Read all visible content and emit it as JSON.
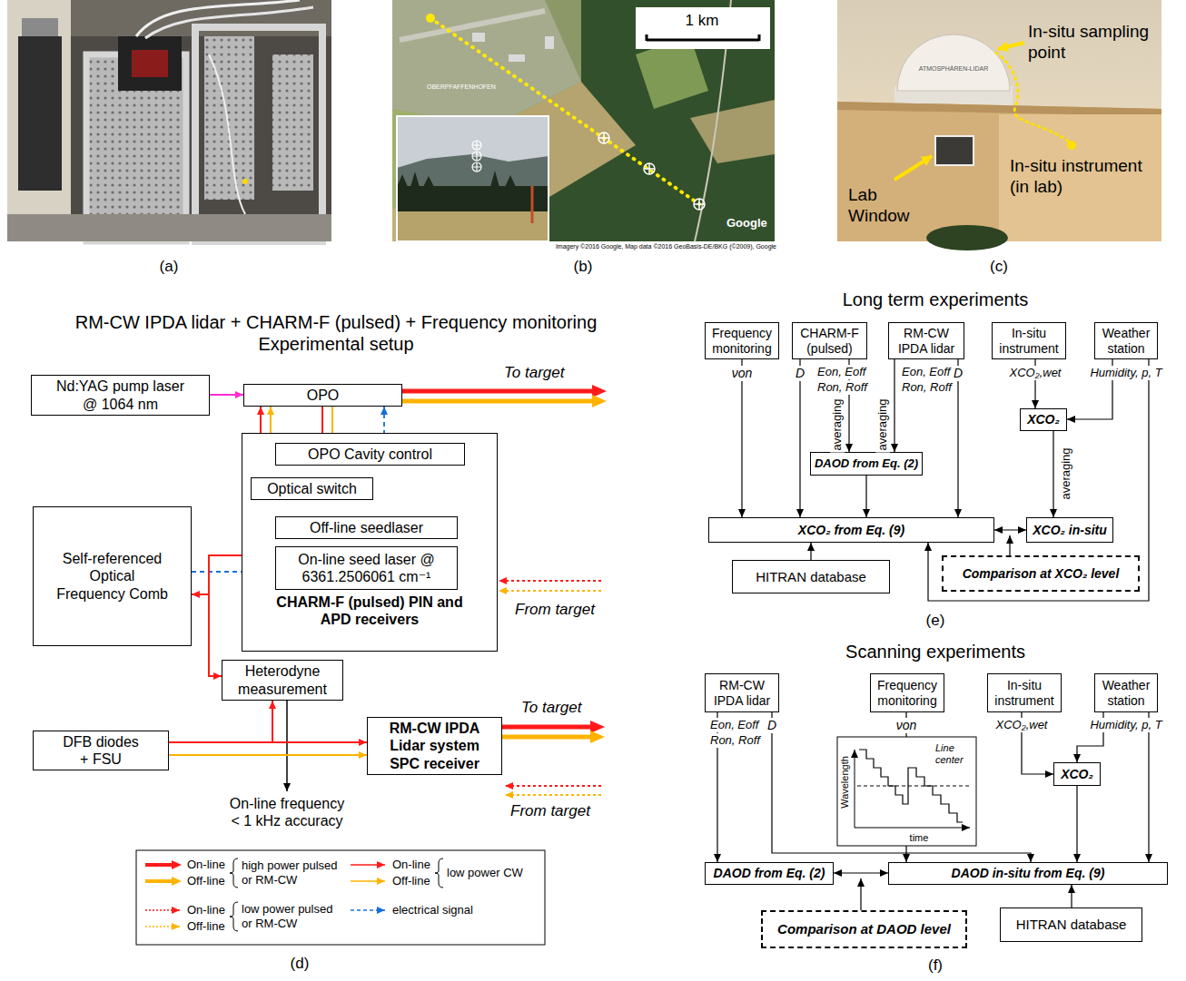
{
  "diagram": {
    "nodes": [
      {
        "text": [
          "Nd:YAG pump laser @ 1064 nm"
        ]
      },
      {
        "text": [
          "OPO"
        ]
      },
      {
        "text": [
          "CHARM-F (pulsed) PIN and APD receivers"
        ]
      },
      {
        "text": [
          "OPO Cavity control"
        ],
        "in": 2
      },
      {
        "text": [
          "Optical switch"
        ],
        "in": 2
      },
      {
        "text": [
          "Off-line seedlaser"
        ],
        "in": 2
      },
      {
        "text": [
          "On-line seed laser @ 6361.2506061 cm⁻¹"
        ],
        "in": 2
      },
      {
        "text": [
          "Self-referenced Optical Frequency Comb"
        ]
      },
      {
        "text": [
          "Heterodyne measurement"
        ]
      },
      {
        "text": [
          "DFB diodes + FSU"
        ]
      },
      {
        "text": [
          "RM-CW IPDA Lidar system SPC receiver"
        ]
      },
      {
        "text": [
          "Frequency monitoring"
        ]
      },
      {
        "text": [
          "CHARM-F (pulsed)"
        ]
      },
      {
        "text": [
          "RM-CW IPDA lidar"
        ]
      },
      {
        "text": [
          "In-situ instrument"
        ]
      },
      {
        "text": [
          "Weather station"
        ]
      },
      {
        "text": [
          "XCO₂"
        ]
      },
      {
        "text": [
          "DAOD from Eq. (2)"
        ]
      },
      {
        "text": [
          "XCO₂ from Eq. (9)"
        ]
      },
      {
        "text": [
          "XCO₂ in-situ"
        ]
      },
      {
        "text": [
          "HITRAN database"
        ]
      },
      {
        "text": [
          "Comparison at XCO₂ level"
        ]
      },
      {
        "text": [
          "RM-CW IPDA lidar"
        ]
      },
      {
        "text": [
          "Frequency monitoring"
        ]
      },
      {
        "text": [
          "In-situ instrument"
        ]
      },
      {
        "text": [
          "Weather station"
        ]
      },
      {
        "text": [
          "XCO₂"
        ]
      },
      {
        "text": [
          "DAOD from Eq. (2)"
        ]
      },
      {
        "text": [
          "DAOD in-situ from Eq. (9)"
        ]
      },
      {
        "text": [
          "Comparison at DAOD level"
        ]
      },
      {
        "text": [
          "HITRAN database"
        ]
      }
    ],
    "edges": [
      {
        "from": 0,
        "to": 1,
        "arrow": "to"
      },
      {
        "from": 3,
        "to": 1,
        "arrow": "to"
      },
      {
        "from": 1,
        "to": 3,
        "arrow": "to"
      },
      {
        "from": 1,
        "to": 3,
        "arrow": "to"
      },
      {
        "from": 4,
        "to": 1,
        "arrow": "to"
      },
      {
        "from": 4,
        "to": 1,
        "arrow": "to"
      },
      {
        "from": 5,
        "to": 4,
        "arrow": "to"
      },
      {
        "from": 6,
        "to": 4,
        "arrow": "to"
      },
      {
        "from": 7,
        "to": 6,
        "arrow": "to"
      },
      {
        "from": 6,
        "to": 7,
        "arrow": "to"
      },
      {
        "from": 6,
        "to": 8,
        "arrow": "to"
      },
      {
        "from": 9,
        "to": 8,
        "arrow": "to"
      },
      {
        "from": 9,
        "to": 10,
        "arrow": "to"
      },
      {
        "from": 9,
        "to": 10,
        "arrow": "to"
      },
      {
        "from": 11,
        "to": 18,
        "arrow": "to"
      },
      {
        "from": 12,
        "to": 18,
        "arrow": "to"
      },
      {
        "from": 12,
        "to": 17,
        "arrow": "to",
        "label": "averaging"
      },
      {
        "from": 13,
        "to": 17,
        "arrow": "to",
        "label": "averaging"
      },
      {
        "from": 13,
        "to": 18,
        "arrow": "to"
      },
      {
        "from": 17,
        "to": 18,
        "arrow": "to"
      },
      {
        "from": 14,
        "to": 16,
        "arrow": "to"
      },
      {
        "from": 15,
        "to": 16,
        "arrow": "to"
      },
      {
        "from": 16,
        "to": 19,
        "arrow": "to",
        "label": "averaging"
      },
      {
        "from": 18,
        "to": 19,
        "arrow": "both"
      },
      {
        "from": 20,
        "to": 18,
        "arrow": "to"
      },
      {
        "from": 15,
        "to": 18,
        "arrow": "to"
      },
      {
        "from": 22,
        "to": 27,
        "arrow": "to"
      },
      {
        "from": 22,
        "to": 28,
        "arrow": "to"
      },
      {
        "from": 23,
        "to": 28,
        "arrow": "to"
      },
      {
        "from": 24,
        "to": 26,
        "arrow": "to"
      },
      {
        "from": 25,
        "to": 26,
        "arrow": "to"
      },
      {
        "from": 26,
        "to": 28,
        "arrow": "to"
      },
      {
        "from": 25,
        "to": 28,
        "arrow": "to"
      },
      {
        "from": 30,
        "to": 28,
        "arrow": "to"
      },
      {
        "from": 27,
        "to": 28,
        "arrow": "both"
      }
    ],
    "labels": [
      "(a)",
      "Imagery ©2016 Google, Map data ©2016 GeoBasis-DE/BKG (©2009), Google",
      "1 km",
      "Google",
      "OBERPFAFFENHOFEN",
      "(b)",
      "ATMOSPHÄREN-LIDAR",
      "In-situ sampling point",
      "In-situ instrument (in lab)",
      "Lab Window",
      "(c)",
      "RM-CW IPDA lidar + CHARM-F (pulsed) + Frequency monitoring Experimental setup",
      "To target",
      "From target",
      "To target",
      "From target",
      "On-line frequency < 1 kHz accuracy",
      "high power pulsed or RM-CW",
      "low power CW",
      "low power pulsed or RM-CW",
      "(d)",
      "Long term experiments",
      "νon",
      "D",
      "Eon, Eoff",
      "Ron, Roff",
      "Eon, Eoff",
      "Ron, Roff",
      "D",
      "XCO₂,wet",
      "Humidity, p, T",
      "(e)",
      "Scanning experiments",
      "Eon, Eoff",
      "Ron, Roff",
      "D",
      "νon",
      "XCO₂,wet",
      "Humidity, p, T",
      "Wavelength",
      "time",
      "Line center",
      "(f)"
    ],
    "legend": [
      {
        "text": "On-line"
      },
      {
        "text": "Off-line"
      },
      {
        "text": "On-line"
      },
      {
        "text": "Off-line"
      },
      {
        "text": "On-line"
      },
      {
        "text": "Off-line"
      },
      {
        "text": "electrical signal"
      }
    ]
  }
}
